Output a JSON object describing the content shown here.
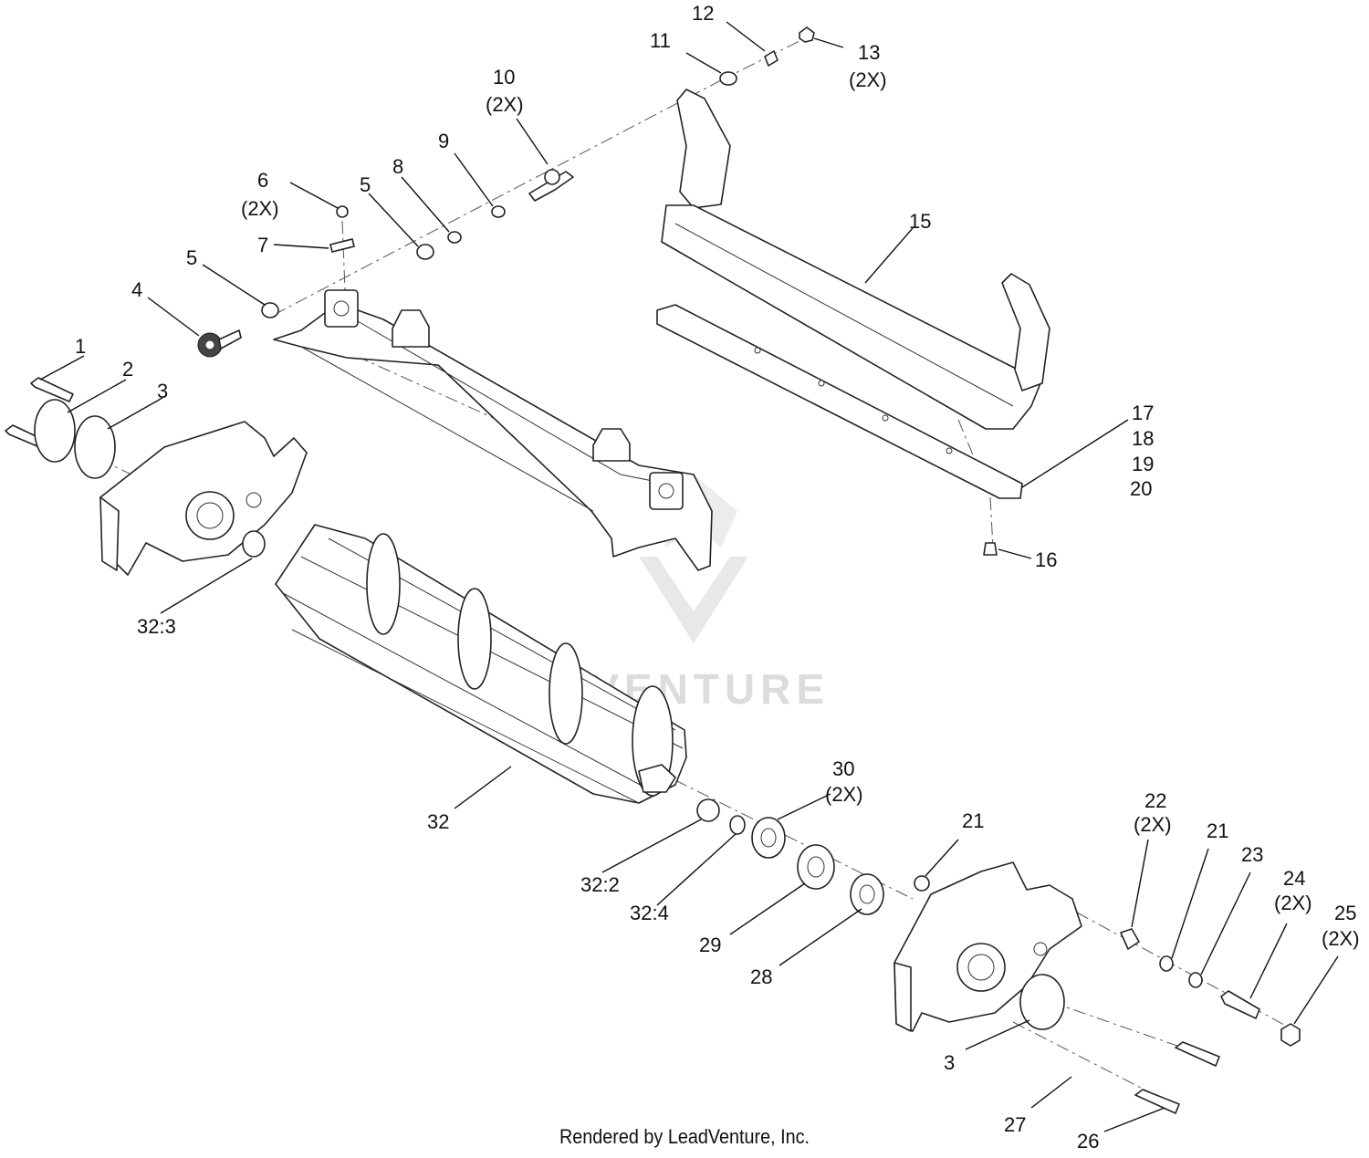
{
  "callouts": {
    "c1": "1",
    "c2": "2",
    "c3a": "3",
    "c3b": "3",
    "c4": "4",
    "c5a": "5",
    "c5b": "5",
    "c6": "6",
    "c6q": "(2X)",
    "c7": "7",
    "c8": "8",
    "c9": "9",
    "c10": "10",
    "c10q": "(2X)",
    "c11": "11",
    "c12": "12",
    "c13": "13",
    "c13q": "(2X)",
    "c15": "15",
    "c16": "16",
    "c17": "17",
    "c18": "18",
    "c19": "19",
    "c20": "20",
    "c21a": "21",
    "c21b": "21",
    "c22": "22",
    "c22q": "(2X)",
    "c23": "23",
    "c24": "24",
    "c24q": "(2X)",
    "c25": "25",
    "c25q": "(2X)",
    "c26": "26",
    "c27": "27",
    "c28": "28",
    "c29": "29",
    "c30": "30",
    "c30q": "(2X)",
    "c32": "32",
    "c32_2": "32:2",
    "c32_3": "32:3",
    "c32_4": "32:4"
  },
  "watermark": "LEADVENTURE",
  "credit": "Rendered by LeadVenture, Inc."
}
